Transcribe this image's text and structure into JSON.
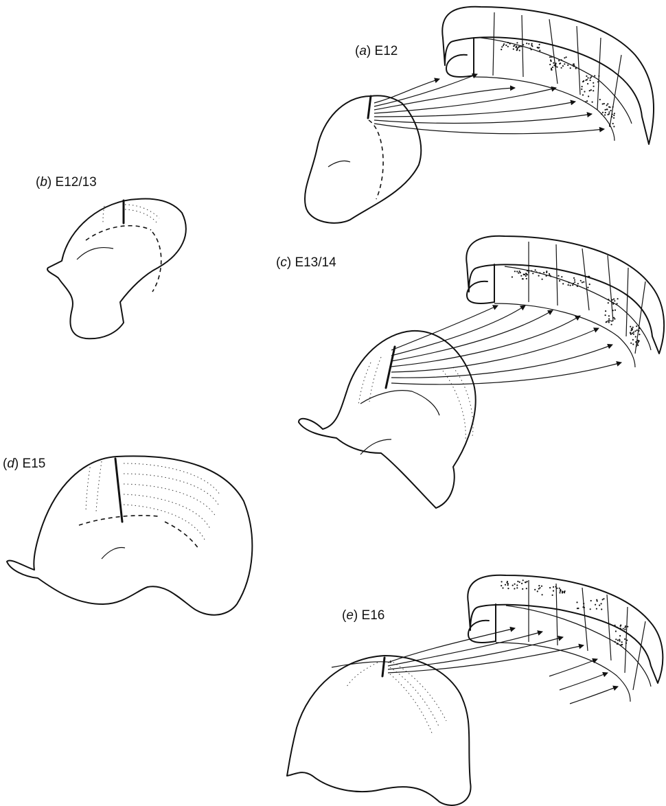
{
  "panels": [
    {
      "id": "a",
      "letter": "a",
      "stage": "E12"
    },
    {
      "id": "b",
      "letter": "b",
      "stage": "E12/13"
    },
    {
      "id": "c",
      "letter": "c",
      "stage": "E13/14"
    },
    {
      "id": "d",
      "letter": "d",
      "stage": "E15"
    },
    {
      "id": "e",
      "letter": "e",
      "stage": "E16"
    }
  ],
  "colors": {
    "ink": "#111111",
    "background": "#ffffff"
  }
}
